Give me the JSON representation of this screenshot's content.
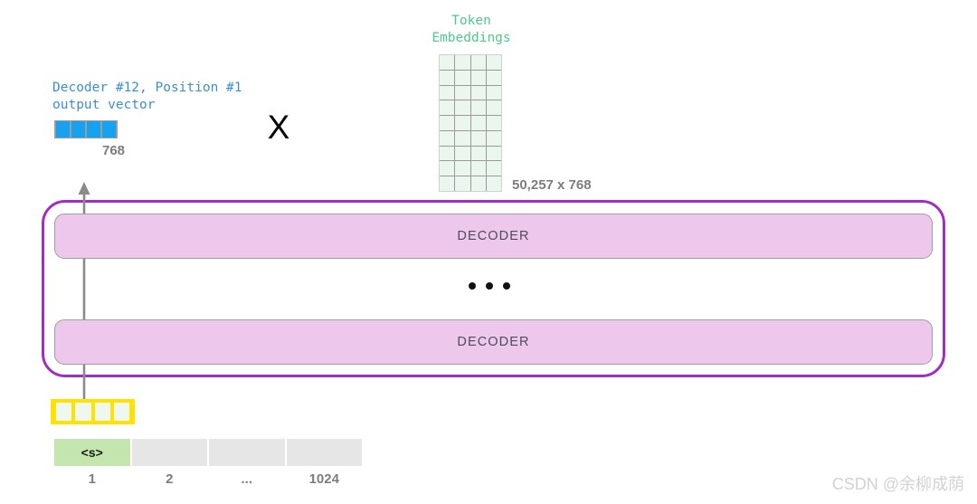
{
  "diagram": {
    "output_vector_label": "Decoder #12, Position #1\noutput vector",
    "output_vector_dim": "768",
    "multiply_symbol": "X",
    "token_embeddings_title": "Token\nEmbeddings",
    "token_embeddings_dim": "50,257 x 768",
    "decoder_top_label": "DECODER",
    "decoder_bottom_label": "DECODER",
    "ellipsis": "...",
    "output_vector_cells": [
      "",
      "",
      "",
      ""
    ],
    "input_vector_cells": [
      "",
      "",
      "",
      ""
    ],
    "embeddings_matrix": {
      "columns": 4,
      "rows": 9
    },
    "tokens": [
      {
        "label": "<s>",
        "index": "1",
        "active": true
      },
      {
        "label": "",
        "index": "2",
        "active": false
      },
      {
        "label": "",
        "index": "...",
        "active": false
      },
      {
        "label": "",
        "index": "1024",
        "active": false
      }
    ],
    "colors": {
      "output_vector_blue": "#17a2f0",
      "embeddings_green": "#4fc98d",
      "embeddings_cell": "#eaf6ee",
      "stack_purple": "#a12ec4",
      "decoder_pink": "#eec8ec",
      "input_vector_yellow": "#ffe200",
      "active_token_green": "#c4e6ae",
      "token_gray": "#e6e6e6",
      "label_blue": "#3a8fd4",
      "dim_gray": "#7d7d7d",
      "arrow_gray": "#8a8a8a"
    }
  },
  "watermark": {
    "text": "CSDN @余柳成荫"
  }
}
